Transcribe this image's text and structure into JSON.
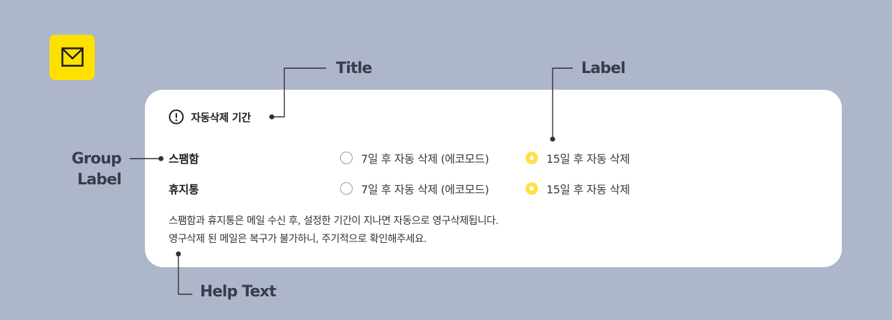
{
  "card": {
    "title": "자동삭제 기간",
    "groups": [
      {
        "label": "스팸함",
        "options": [
          {
            "label": "7일 후 자동 삭제 (에코모드)",
            "checked": false
          },
          {
            "label": "15일 후 자동 삭제",
            "checked": true
          }
        ]
      },
      {
        "label": "휴지통",
        "options": [
          {
            "label": "7일 후 자동 삭제 (에코모드)",
            "checked": false
          },
          {
            "label": "15일 후 자동 삭제",
            "checked": true
          }
        ]
      }
    ],
    "help_lines": [
      "스팸함과 휴지통은 메일 수신 후, 설정한 기간이 지나면 자동으로 영구삭제됩니다.",
      "영구삭제 된 메일은 복구가 불가하니, 주기적으로 확인해주세요."
    ]
  },
  "annotations": {
    "title": "Title",
    "label": "Label",
    "group_label_line1": "Group",
    "group_label_line2": "Label",
    "help_text": "Help Text"
  },
  "colors": {
    "background": "#aeb6c9",
    "accent_yellow": "#ffe100",
    "radio_checked": "#ffe04a",
    "callout_text": "#3b3b4e"
  },
  "icons": {
    "logo": "mail-icon",
    "title": "exclamation-circle-icon"
  }
}
